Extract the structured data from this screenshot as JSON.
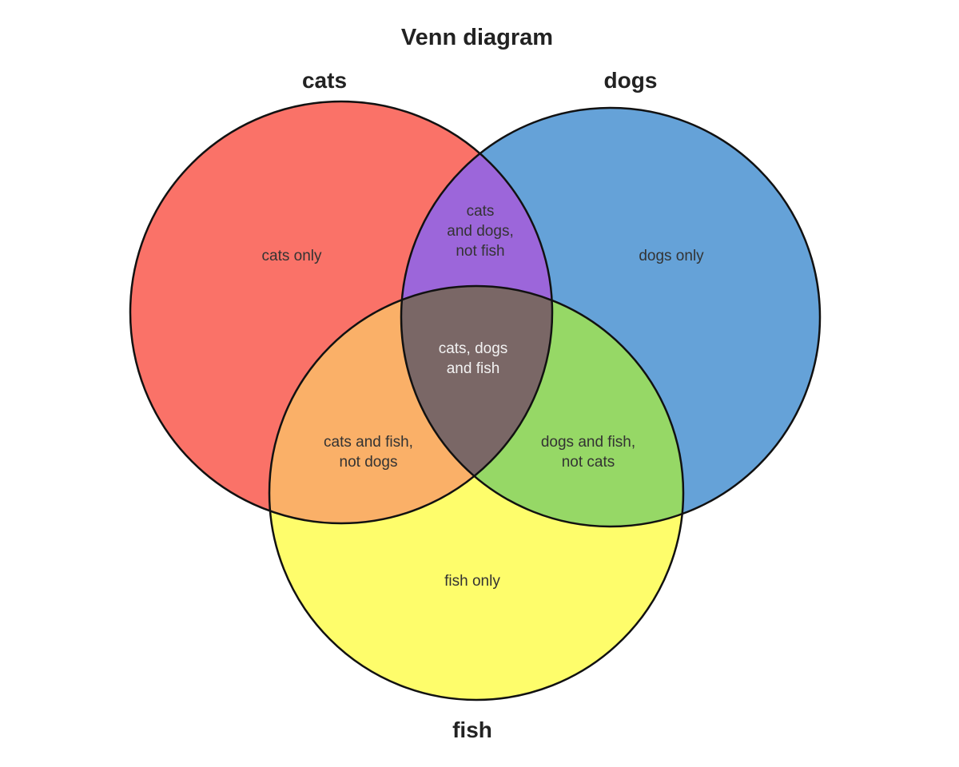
{
  "title": "Venn diagram",
  "sets": [
    {
      "id": "cats",
      "label": "cats",
      "color": "#FA7268"
    },
    {
      "id": "dogs",
      "label": "dogs",
      "color": "#65A2D8"
    },
    {
      "id": "fish",
      "label": "fish",
      "color": "#FEFD6B"
    }
  ],
  "regions": [
    {
      "id": "cats-only",
      "lines": [
        "cats only"
      ],
      "color": "#FA7268",
      "text_color": "#333333"
    },
    {
      "id": "dogs-only",
      "lines": [
        "dogs only"
      ],
      "color": "#65A2D8",
      "text_color": "#333333"
    },
    {
      "id": "fish-only",
      "lines": [
        "fish only"
      ],
      "color": "#FEFD6B",
      "text_color": "#333333"
    },
    {
      "id": "cats-dogs",
      "lines": [
        "cats",
        "and dogs,",
        "not fish"
      ],
      "color": "#9C66DA",
      "text_color": "#333333"
    },
    {
      "id": "cats-fish",
      "lines": [
        "cats and fish,",
        "not dogs"
      ],
      "color": "#FAB068",
      "text_color": "#333333"
    },
    {
      "id": "dogs-fish",
      "lines": [
        "dogs and fish,",
        "not cats"
      ],
      "color": "#96D866",
      "text_color": "#333333"
    },
    {
      "id": "all",
      "lines": [
        "cats, dogs",
        "and fish"
      ],
      "color": "#7A6766",
      "text_color": "#F2F2F2"
    }
  ]
}
